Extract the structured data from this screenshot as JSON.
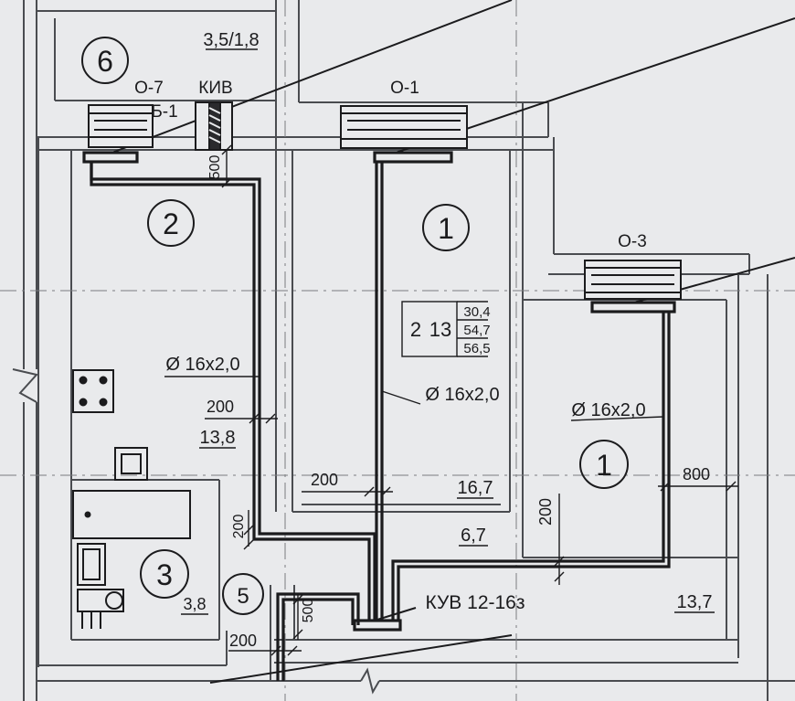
{
  "rooms": {
    "balcony_number": "6",
    "balcony_area": "3,5/1,8",
    "kitchen_number": "2",
    "kitchen_area": "13,8",
    "room_center_number": "1",
    "room_center_area": "16,7",
    "room_right_number": "1",
    "room_right_area": "13,7",
    "bath_number": "3",
    "bath_area": "3,8",
    "hall_number": "5",
    "corridor_area": "6,7"
  },
  "summary": {
    "rooms_count": "2",
    "apartment_type": "13",
    "living_area": "30,4",
    "total_area": "54,7",
    "area_with_balcony": "56,5"
  },
  "windows": {
    "window_kitchen": "О-7",
    "door_balcony": "Б-1",
    "kiv": "КИВ",
    "window_center": "О-1",
    "window_right": "О-3"
  },
  "pipes": {
    "pipe_label_kitchen": "Ø 16x2,0",
    "pipe_label_center": "Ø 16x2,0",
    "pipe_label_right": "Ø 16x2,0",
    "collector_label": "КУВ 12-16з"
  },
  "dimensions": {
    "dim_500_top": "500",
    "dim_200_kitchen": "200",
    "dim_200_center": "200",
    "dim_200_corridor": "200",
    "dim_200_left": "200",
    "dim_500_bottom": "500",
    "dim_200_bottom": "200",
    "dim_800_right": "800"
  },
  "colors": {
    "background": "#e9eaec",
    "line": "#1b1b1d",
    "thin_line": "#55575c"
  }
}
